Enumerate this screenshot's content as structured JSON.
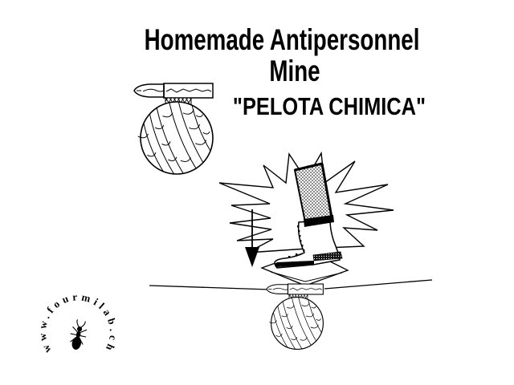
{
  "page": {
    "background": "#ffffff",
    "ink": "#000000"
  },
  "title": {
    "line1": "Homemade Antipersonnel",
    "line2": "Mine"
  },
  "subtitle": {
    "text": "\"PELOTA CHIMICA\""
  },
  "watermark": {
    "text": "www.fourmilab.ch",
    "icon": "ant-icon"
  },
  "diagram": {
    "description_parts": {
      "trigger": "cartridge-on-board",
      "charge": "twine-ball",
      "action": "boot-stepping-down",
      "effect": "explosion-burst",
      "force": "downward-arrow",
      "ground": "ground-line",
      "buried_device": "buried-mine-below-ground"
    }
  }
}
